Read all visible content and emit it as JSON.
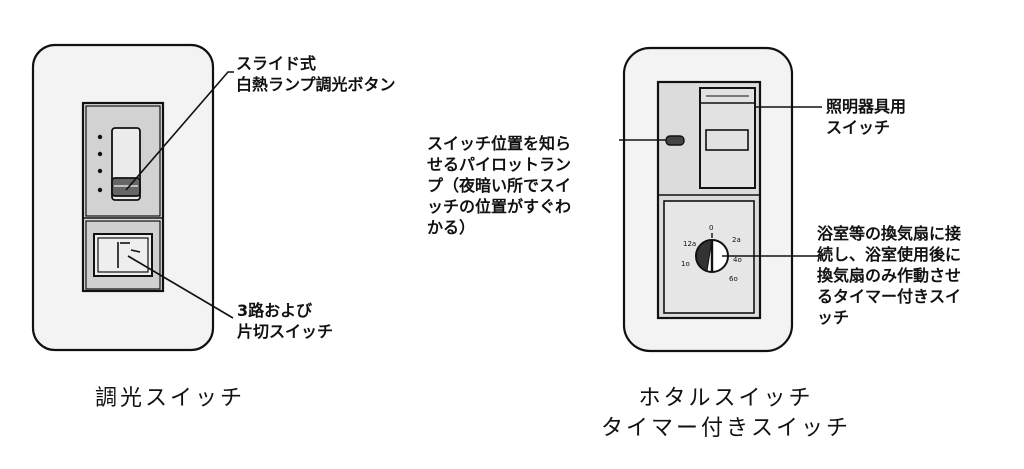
{
  "left_panel": {
    "caption": "調光スイッチ",
    "slide_label": "スライド式\n白熱ランプ調光ボタン",
    "switch_label": "3路および\n片切スイッチ"
  },
  "right_panel": {
    "caption": "ホタルスイッチ\nタイマー付きスイッチ",
    "pilot_label": "スイッチ位置を知ら\nせるパイロットラン\nプ（夜暗い所でスイ\nッチの位置がすぐわ\nかる）",
    "light_label": "照明器具用\nスイッチ",
    "timer_label": "浴室等の換気扇に接\n続し、浴室使用後に\n換気扇のみ作動させ\nるタイマー付きスイ\nッチ",
    "dial_marks": [
      "0",
      "2a",
      "12a",
      "1o",
      "4o",
      "6o"
    ]
  }
}
